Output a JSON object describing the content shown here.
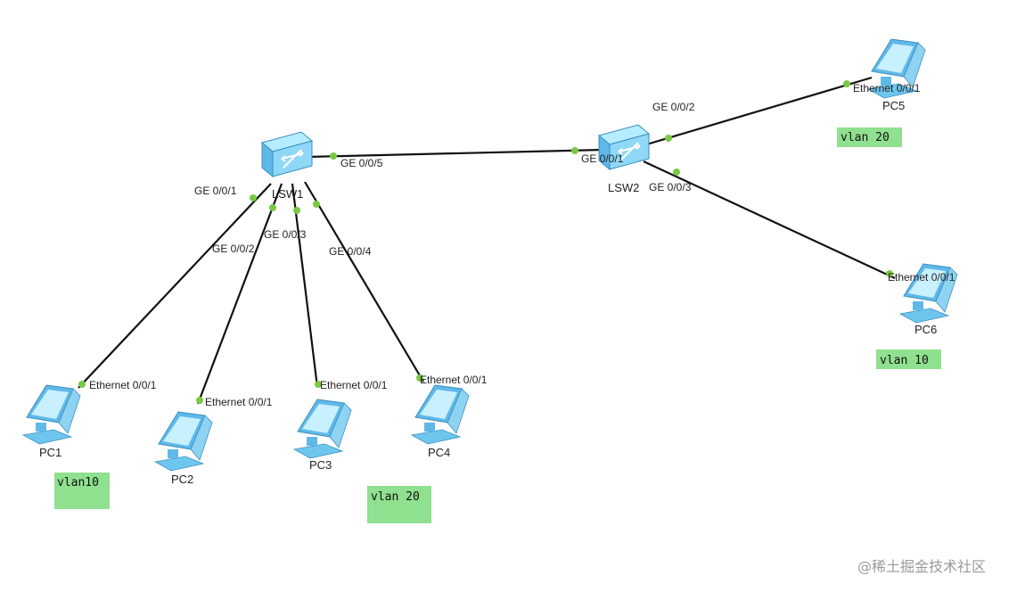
{
  "colors": {
    "link": "#111111",
    "port_dot": "#7ac943",
    "vlan_box": "#8fe08f",
    "switch_body": "#7fd0f0",
    "pc_body": "#9fdcf7"
  },
  "devices": {
    "lsw1": {
      "label": "LSW1",
      "icon": "switch-icon"
    },
    "lsw2": {
      "label": "LSW2",
      "icon": "switch-icon"
    },
    "pc1": {
      "label": "PC1",
      "icon": "pc-icon"
    },
    "pc2": {
      "label": "PC2",
      "icon": "pc-icon"
    },
    "pc3": {
      "label": "PC3",
      "icon": "pc-icon"
    },
    "pc4": {
      "label": "PC4",
      "icon": "pc-icon"
    },
    "pc5": {
      "label": "PC5",
      "icon": "pc-icon"
    },
    "pc6": {
      "label": "PC6",
      "icon": "pc-icon"
    }
  },
  "ports": {
    "lsw1_ge001": "GE 0/0/1",
    "lsw1_ge002": "GE 0/0/2",
    "lsw1_ge003": "GE 0/0/3",
    "lsw1_ge004": "GE 0/0/4",
    "lsw1_ge005": "GE 0/0/5",
    "lsw2_ge001": "GE 0/0/1",
    "lsw2_ge002": "GE 0/0/2",
    "lsw2_ge003": "GE 0/0/3",
    "pc1_eth": "Ethernet 0/0/1",
    "pc2_eth": "Ethernet 0/0/1",
    "pc3_eth": "Ethernet 0/0/1",
    "pc4_eth": "Ethernet 0/0/1",
    "pc5_eth": "Ethernet 0/0/1",
    "pc6_eth": "Ethernet 0/0/1"
  },
  "vlans": {
    "pc1": "vlan10",
    "pc34": "vlan 20",
    "pc5": "vlan 20",
    "pc6": "vlan 10"
  },
  "watermark": "@稀土掘金技术社区"
}
